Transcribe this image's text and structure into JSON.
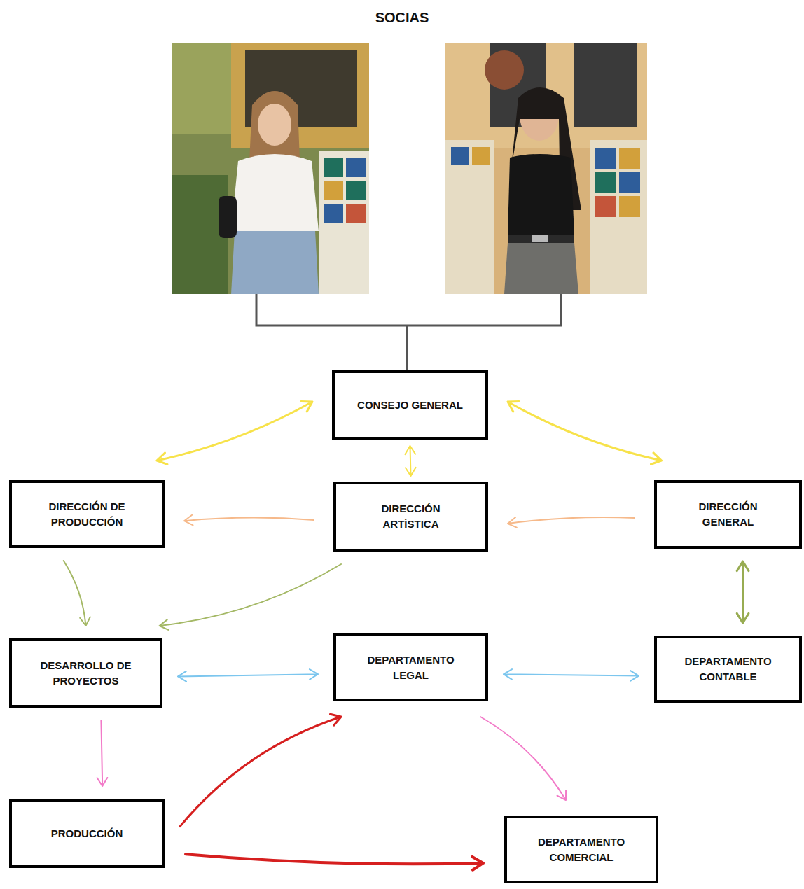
{
  "diagram": {
    "title": "SOCIAS",
    "nodes": [
      {
        "text": [
          "CONSEJO GENERAL"
        ]
      },
      {
        "text": [
          "DIRECCIÓN DE PRODUCCIÓN"
        ]
      },
      {
        "text": [
          "DIRECCIÓN ARTÍSTICA"
        ]
      },
      {
        "text": [
          "DIRECCIÓN GENERAL"
        ]
      },
      {
        "text": [
          "DESARROLLO DE PROYECTOS"
        ]
      },
      {
        "text": [
          "DEPARTAMENTO LEGAL"
        ]
      },
      {
        "text": [
          "DEPARTAMENTO CONTABLE"
        ]
      },
      {
        "text": [
          "PRODUCCIÓN"
        ]
      },
      {
        "text": [
          "DEPARTAMENTO COMERCIAL"
        ]
      }
    ],
    "edges": [
      {
        "from": 0,
        "to": 1,
        "arrow": "both"
      },
      {
        "from": 0,
        "to": 2,
        "arrow": "both"
      },
      {
        "from": 0,
        "to": 3,
        "arrow": "both"
      },
      {
        "from": 2,
        "to": 1,
        "arrow": "to"
      },
      {
        "from": 3,
        "to": 2,
        "arrow": "to"
      },
      {
        "from": 3,
        "to": 6,
        "arrow": "both"
      },
      {
        "from": 1,
        "to": 4,
        "arrow": "to"
      },
      {
        "from": 2,
        "to": 4,
        "arrow": "to"
      },
      {
        "from": 4,
        "to": 5,
        "arrow": "both"
      },
      {
        "from": 5,
        "to": 6,
        "arrow": "both"
      },
      {
        "from": 4,
        "to": 7,
        "arrow": "to"
      },
      {
        "from": 5,
        "to": 8,
        "arrow": "to"
      },
      {
        "from": 7,
        "to": 5,
        "arrow": "to"
      },
      {
        "from": 7,
        "to": 8,
        "arrow": "to"
      }
    ]
  }
}
